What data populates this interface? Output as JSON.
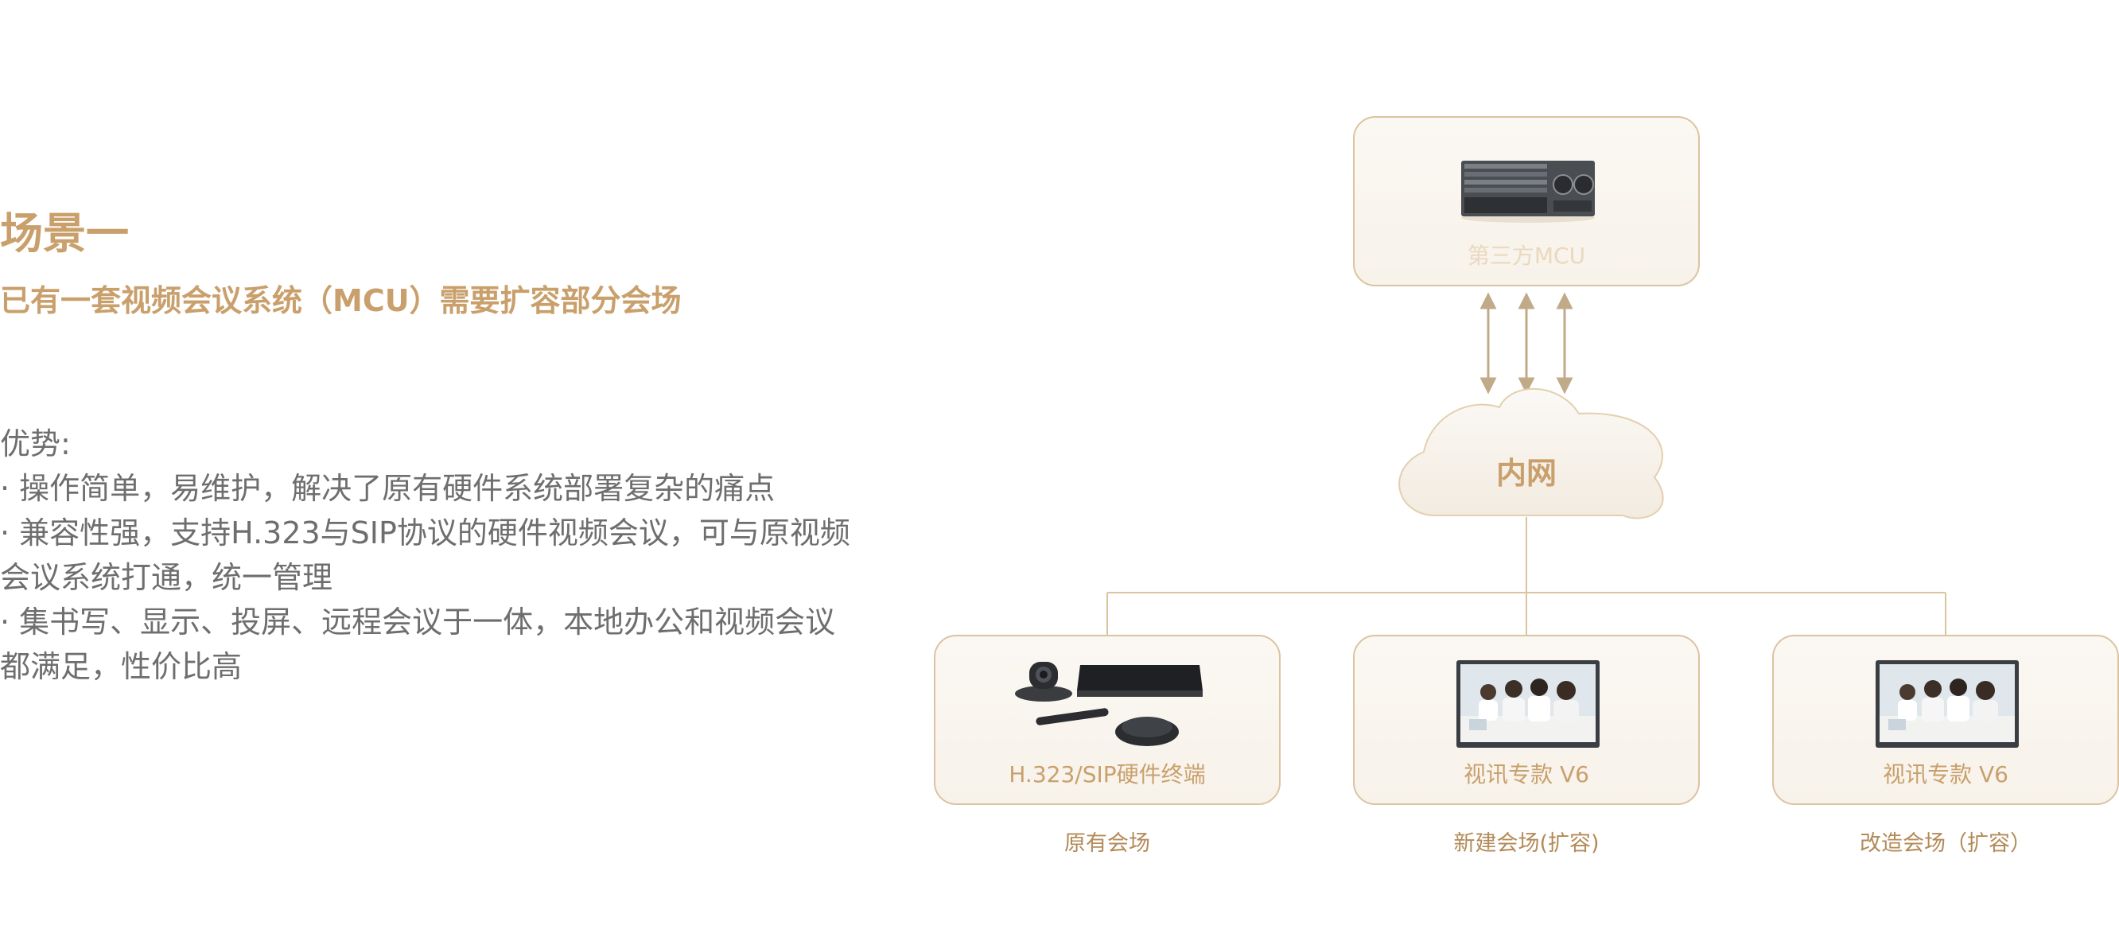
{
  "heading": {
    "title": "场景一",
    "subtitle": "已有一套视频会议系统（MCU）需要扩容部分会场"
  },
  "advantages": {
    "label": "优势:",
    "items": [
      "· 操作简单，易维护，解决了原有硬件系统部署复杂的痛点",
      "· 兼容性强，支持H.323与SIP协议的硬件视频会议，可与原视频会议系统打通，统一管理",
      "· 集书写、显示、投屏、远程会议于一体，本地办公和视频会议都满足，性价比高"
    ]
  },
  "diagram": {
    "mcu": {
      "label": "第三方MCU",
      "icon": "mcu-server-rack"
    },
    "cloud": {
      "label": "内网"
    },
    "endpoints": [
      {
        "label": "H.323/SIP硬件终端",
        "caption": "原有会场",
        "icon": "hardware-terminal-kit"
      },
      {
        "label": "视讯专款 V6",
        "caption": "新建会场(扩容)",
        "icon": "video-conference-display"
      },
      {
        "label": "视讯专款 V6",
        "caption": "改造会场（扩容）",
        "icon": "video-conference-display"
      }
    ],
    "colors": {
      "accent": "#c9a06c",
      "line": "#dcc3a0",
      "card_bg": "#f8f4ee",
      "arrow": "#c0aa88"
    }
  }
}
